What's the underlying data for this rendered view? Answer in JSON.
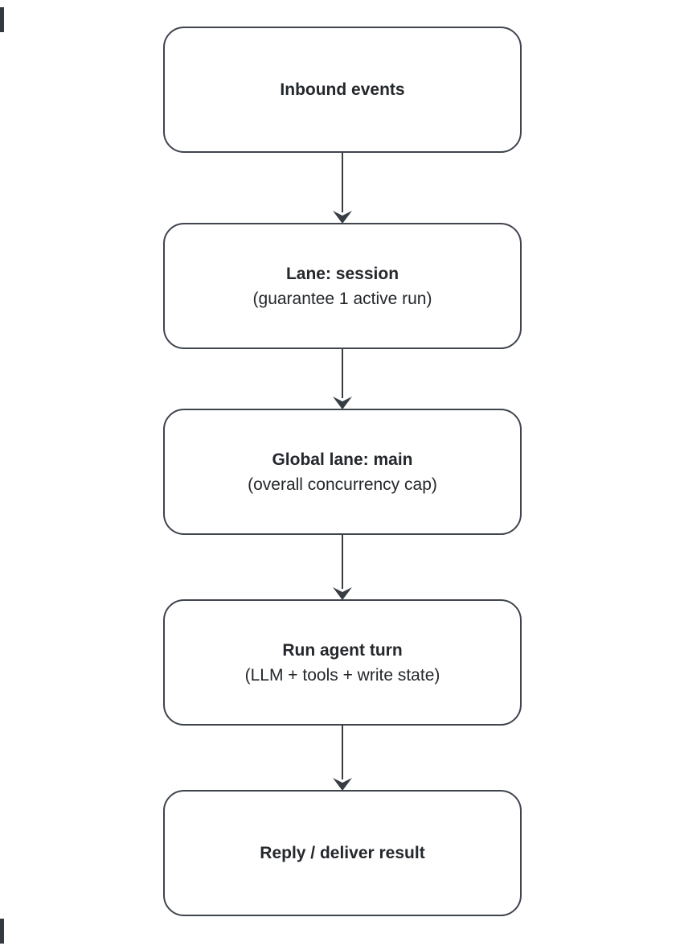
{
  "diagram": {
    "type": "flowchart",
    "direction": "top-down",
    "nodes": [
      {
        "id": "inbound-events",
        "title": "Inbound events",
        "subtitle": ""
      },
      {
        "id": "lane-session",
        "title": "Lane: session",
        "subtitle": "(guarantee 1 active run)"
      },
      {
        "id": "global-lane-main",
        "title": "Global lane: main",
        "subtitle": "(overall concurrency cap)"
      },
      {
        "id": "run-agent-turn",
        "title": "Run agent turn",
        "subtitle": "(LLM + tools + write state)"
      },
      {
        "id": "reply-deliver",
        "title": "Reply / deliver result",
        "subtitle": ""
      }
    ],
    "edges": [
      {
        "from": "inbound-events",
        "to": "lane-session"
      },
      {
        "from": "lane-session",
        "to": "global-lane-main"
      },
      {
        "from": "global-lane-main",
        "to": "run-agent-turn"
      },
      {
        "from": "run-agent-turn",
        "to": "reply-deliver"
      }
    ],
    "colors": {
      "background": "#ffffff",
      "node_fill": "#ffffff",
      "border": "#3f444d",
      "text": "#24272b",
      "arrow": "#383d43",
      "marker": "#343a40"
    }
  }
}
